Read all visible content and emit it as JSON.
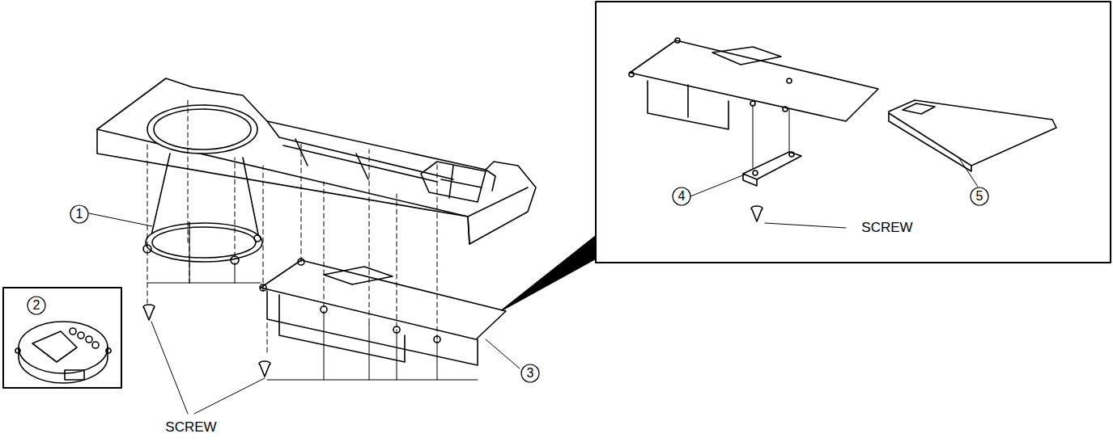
{
  "diagram": {
    "labels": [
      "1",
      "2",
      "3",
      "4",
      "5",
      "SCREW",
      "SCREW"
    ]
  }
}
